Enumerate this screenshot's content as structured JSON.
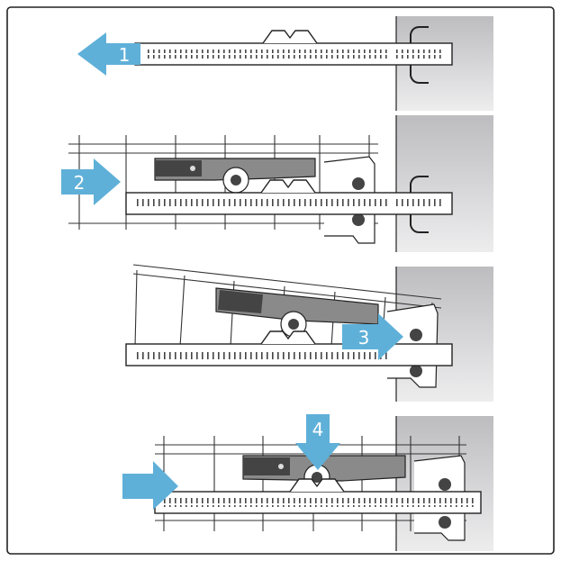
{
  "steps": [
    {
      "number": "1",
      "action": "pull-rail-out"
    },
    {
      "number": "2",
      "action": "slide-basket-in"
    },
    {
      "number": "3",
      "action": "push-basket-back"
    },
    {
      "number": "4",
      "action": "press-down-to-lock"
    }
  ],
  "colors": {
    "arrow": "#5fb0d8",
    "wall_gray": "#c9c9cb",
    "clip_gray": "#8a8a8a",
    "rail_fill": "#ffffff",
    "stroke": "#222222"
  },
  "icons": {
    "arrow_left": "arrow-left-icon",
    "arrow_right": "arrow-right-icon",
    "arrow_down": "arrow-down-icon"
  }
}
